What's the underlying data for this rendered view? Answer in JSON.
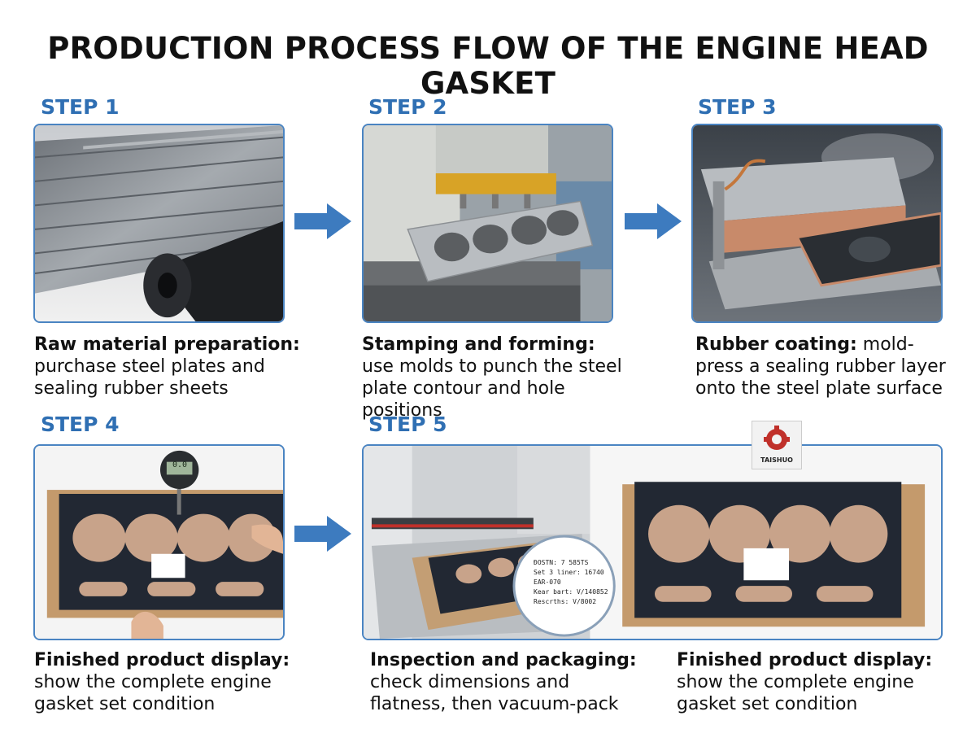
{
  "title": "PRODUCTION PROCESS FLOW OF THE ENGINE HEAD GASKET",
  "steps": [
    {
      "label": "STEP 1",
      "caption_bold": "Raw material preparation:",
      "caption_rest": " purchase steel plates and sealing rubber sheets"
    },
    {
      "label": "STEP 2",
      "caption_bold": "Stamping and forming:",
      "caption_rest": " use molds to punch the steel plate contour and hole positions"
    },
    {
      "label": "STEP 3",
      "caption_bold": "Rubber coating:",
      "caption_rest": " mold-press a sealing rubber layer onto the steel plate surface"
    },
    {
      "label": "STEP 4",
      "caption_bold": "Finished product display:",
      "caption_rest": " show the complete engine gasket set condition"
    },
    {
      "label": "STEP 5",
      "caption_bold": "Inspection and packaging:",
      "caption_rest": " check dimensions and flatness, then vacuum-pack"
    }
  ],
  "extra_caption": {
    "caption_bold": "Finished product display:",
    "caption_rest": " show the complete engine gasket set condition"
  },
  "logo_text": "TAISHUO",
  "gauge_reading": "0.0",
  "label_lines": [
    "ĐOSTN: 7 585TS",
    "Set 3 liner:  16740 EAR-070",
    "Kear bart:   V/140852",
    "Rescrths:    V/8002"
  ],
  "colors": {
    "accent": "#2f6fb3",
    "frame": "#4a84c2",
    "gasket": "#1f2530",
    "rubber": "#c89a78"
  }
}
